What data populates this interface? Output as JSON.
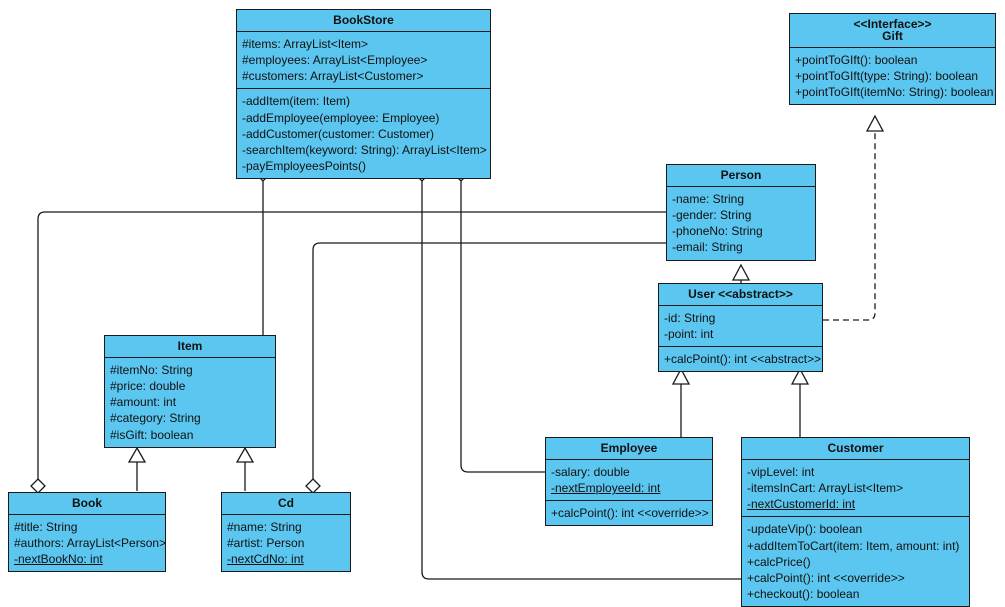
{
  "diagram": {
    "title": "UML Class Diagram - BookStore",
    "type": "uml-class-diagram",
    "colors": {
      "class_fill": "#5BC6EF",
      "border": "#1a1a1a",
      "text": "#111111",
      "background": "#ffffff",
      "edge": "#1a1a1a"
    }
  },
  "classes": {
    "bookstore": {
      "name": "BookStore",
      "attributes": [
        {
          "text": "#items: ArrayList<Item>",
          "static": false
        },
        {
          "text": "#employees: ArrayList<Employee>",
          "static": false
        },
        {
          "text": "#customers: ArrayList<Customer>",
          "static": false
        }
      ],
      "methods": [
        {
          "text": "-addItem(item: Item)",
          "static": false
        },
        {
          "text": "-addEmployee(employee: Employee)",
          "static": false
        },
        {
          "text": "-addCustomer(customer: Customer)",
          "static": false
        },
        {
          "text": "-searchItem(keyword: String): ArrayList<Item>",
          "static": false
        },
        {
          "text": "-payEmployeesPoints()",
          "static": false
        }
      ]
    },
    "gift": {
      "stereotype": "<<Interface>>",
      "name": "Gift",
      "methods": [
        {
          "text": "+pointToGIft(): boolean",
          "static": false
        },
        {
          "text": "+pointToGIft(type: String): boolean",
          "static": false
        },
        {
          "text": "+pointToGIft(itemNo: String): boolean",
          "static": false
        }
      ]
    },
    "person": {
      "name": "Person",
      "attributes": [
        {
          "text": "-name: String",
          "static": false
        },
        {
          "text": "-gender: String",
          "static": false
        },
        {
          "text": "-phoneNo: String",
          "static": false
        },
        {
          "text": "-email: String",
          "static": false
        }
      ]
    },
    "user": {
      "name": "User <<abstract>>",
      "attributes": [
        {
          "text": "-id: String",
          "static": false
        },
        {
          "text": "-point: int",
          "static": false
        }
      ],
      "methods": [
        {
          "text": "+calcPoint(): int <<abstract>>",
          "static": false
        }
      ]
    },
    "item": {
      "name": "Item",
      "attributes": [
        {
          "text": "#itemNo: String",
          "static": false
        },
        {
          "text": "#price: double",
          "static": false
        },
        {
          "text": "#amount: int",
          "static": false
        },
        {
          "text": "#category: String",
          "static": false
        },
        {
          "text": "#isGift: boolean",
          "static": false
        }
      ]
    },
    "book": {
      "name": "Book",
      "attributes": [
        {
          "text": "#title: String",
          "static": false
        },
        {
          "text": "#authors: ArrayList<Person>",
          "static": false
        },
        {
          "text": "-nextBookNo: int",
          "static": true
        }
      ]
    },
    "cd": {
      "name": "Cd",
      "attributes": [
        {
          "text": "#name: String",
          "static": false
        },
        {
          "text": "#artist: Person",
          "static": false
        },
        {
          "text": "-nextCdNo: int",
          "static": true
        }
      ]
    },
    "employee": {
      "name": "Employee",
      "attributes": [
        {
          "text": "-salary: double",
          "static": false
        },
        {
          "text": "-nextEmployeeId: int",
          "static": true
        }
      ],
      "methods": [
        {
          "text": "+calcPoint(): int <<override>>",
          "static": false
        }
      ]
    },
    "customer": {
      "name": "Customer",
      "attributes": [
        {
          "text": "-vipLevel: int",
          "static": false
        },
        {
          "text": "-itemsInCart: ArrayList<Item>",
          "static": false
        },
        {
          "text": "-nextCustomerId: int",
          "static": true
        }
      ],
      "methods": [
        {
          "text": "-updateVip(): boolean",
          "static": false
        },
        {
          "text": "+addItemToCart(item: Item, amount: int)",
          "static": false
        },
        {
          "text": "+calcPrice()",
          "static": false
        },
        {
          "text": "+calcPoint(): int <<override>>",
          "static": false
        },
        {
          "text": "+checkout(): boolean",
          "static": false
        }
      ]
    }
  },
  "relationships": [
    {
      "kind": "aggregation",
      "from": "BookStore",
      "to": "Item"
    },
    {
      "kind": "aggregation",
      "from": "BookStore",
      "to": "Employee"
    },
    {
      "kind": "aggregation",
      "from": "BookStore",
      "to": "Customer"
    },
    {
      "kind": "aggregation",
      "from": "Book",
      "to": "Person"
    },
    {
      "kind": "aggregation",
      "from": "Cd",
      "to": "Person"
    },
    {
      "kind": "generalization",
      "from": "Book",
      "to": "Item"
    },
    {
      "kind": "generalization",
      "from": "Cd",
      "to": "Item"
    },
    {
      "kind": "generalization",
      "from": "User",
      "to": "Person"
    },
    {
      "kind": "generalization",
      "from": "Employee",
      "to": "User"
    },
    {
      "kind": "generalization",
      "from": "Customer",
      "to": "User"
    },
    {
      "kind": "realization",
      "from": "User",
      "to": "Gift"
    }
  ]
}
